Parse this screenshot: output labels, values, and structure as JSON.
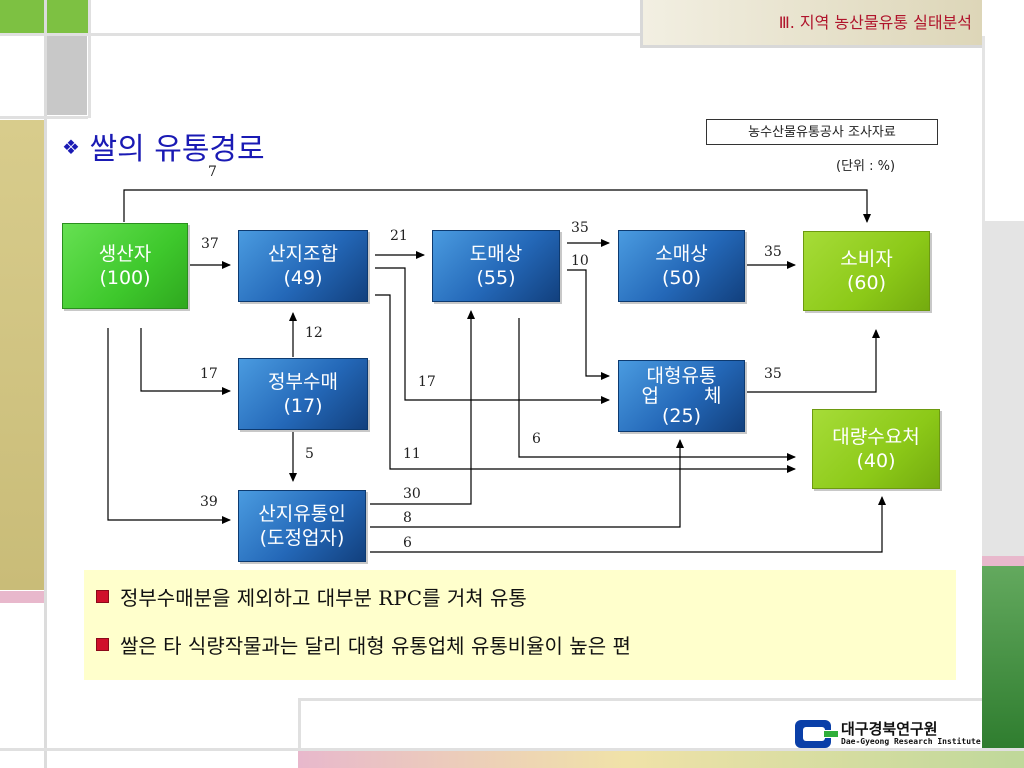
{
  "header": {
    "section_title": "Ⅲ. 지역 농산물유통 실태분석"
  },
  "title": {
    "bullet": "❖",
    "text": "쌀의 유통경로"
  },
  "source_box": "농수산물유통공사 조사자료",
  "unit": "(단위 : %)",
  "nodes": {
    "producer": {
      "line1": "생산자",
      "line2": "(100)"
    },
    "coop": {
      "line1": "산지조합",
      "line2": "(49)"
    },
    "wholesale": {
      "line1": "도매상",
      "line2": "(55)"
    },
    "retail": {
      "line1": "소매상",
      "line2": "(50)"
    },
    "consumer": {
      "line1": "소비자",
      "line2": "(60)"
    },
    "gov": {
      "line1": "정부수매",
      "line2": "(17)"
    },
    "large_dist": {
      "line1": "대형유통",
      "line2a": "업",
      "line2b": "체",
      "line3": "(25)"
    },
    "bulk": {
      "line1": "대량수요처",
      "line2": "(40)"
    },
    "dealer": {
      "line1": "산지유통인",
      "line2": "(도정업자)"
    }
  },
  "flows": {
    "producer_consumer": "7",
    "producer_coop": "37",
    "coop_wholesale": "21",
    "wholesale_retail": "35",
    "wholesale_large": "10",
    "retail_consumer": "35",
    "gov_coop": "12",
    "producer_gov": "17",
    "coop_large": "17",
    "large_consumer": "35",
    "wholesale_bulk": "6",
    "gov_dealer": "5",
    "coop_bulk": "11",
    "producer_dealer": "39",
    "dealer_wholesale": "30",
    "dealer_large": "8",
    "dealer_bulk": "6"
  },
  "notes": [
    "정부수매분을 제외하고 대부분 RPC를 거쳐 유통",
    "쌀은 타 식량작물과는 달리 대형 유통업체 유통비율이 높은 편"
  ],
  "logo": {
    "name_ko": "대구경북연구원",
    "name_en": "Dae-Gyeong Research Institute"
  },
  "colors": {
    "title": "#1a1ab4",
    "note_bg": "#ffffcc",
    "accent_green": "#3a8f3a",
    "pink": "#e8b8cc"
  }
}
